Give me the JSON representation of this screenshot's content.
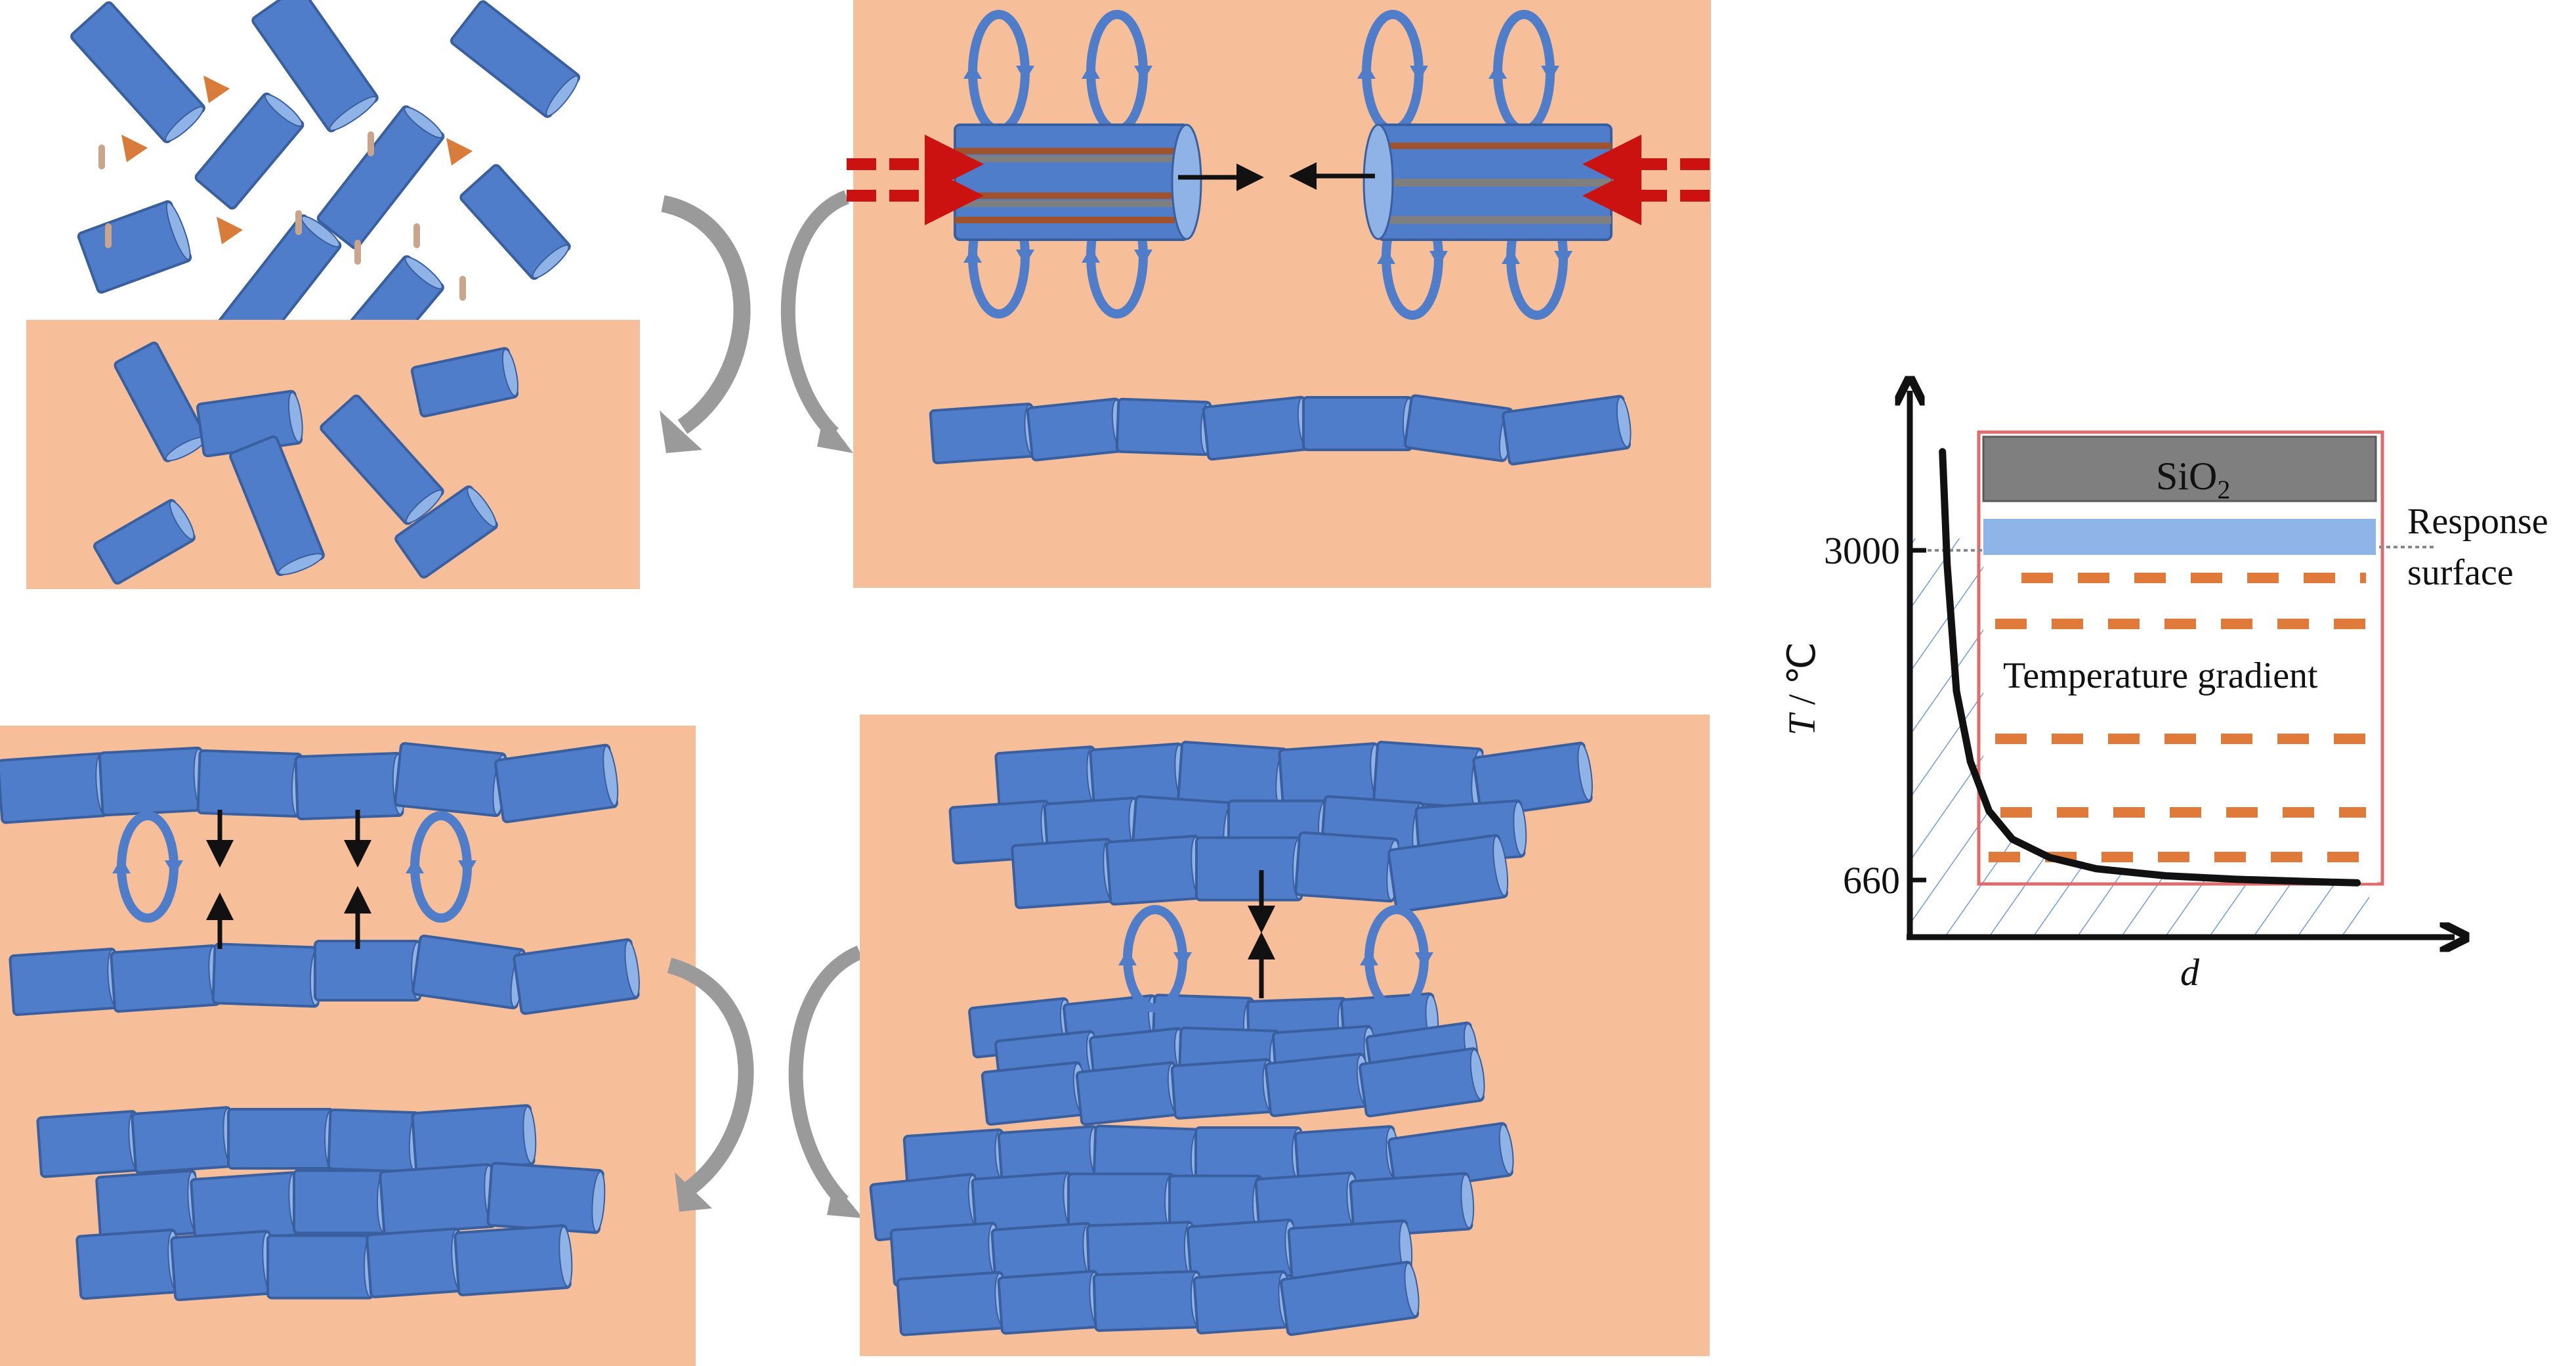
{
  "figure": {
    "colors": {
      "matrix": "#f6bf9a",
      "rod": "#4f7dc9",
      "rod_stroke": "#3a5f9f",
      "rod_end": "#8fb3e6",
      "particle_orange": "#d97b3a",
      "particle_tan": "#c9a58e",
      "flow_arrow": "#9a9a9a",
      "force_arrow": "#cc1111",
      "black_arrow": "#111111",
      "stripe_brown": "#a0522d",
      "stripe_gray": "#7f7f7f",
      "sio2": "#7f7f7f",
      "response_band": "#8fb4e8",
      "gradient_dash": "#e07a3a",
      "box_outline": "#e06b6b",
      "hatch": "#6f9be0"
    },
    "panels": [
      {
        "id": "a",
        "description": "Dispersed fibers with particles, then embedded randomly in matrix"
      },
      {
        "id": "b",
        "description": "Fibers aligned end-to-end under applied forces with rotation"
      },
      {
        "id": "c",
        "description": "Aligned fiber chains attract vertically into stacked layers"
      },
      {
        "id": "d",
        "description": "Stacked layers densify into compact laminated structure"
      }
    ]
  },
  "chart_data": {
    "type": "line",
    "title": "",
    "xlabel": "d",
    "ylabel_var": "T",
    "ylabel_unit": " / ℃",
    "ytick_labels": [
      "3000",
      "660"
    ],
    "yticks": [
      3000,
      660
    ],
    "ylim": [
      200,
      4200
    ],
    "xlim": [
      0,
      1
    ],
    "grid": false,
    "series": [
      {
        "name": "temperature-curve",
        "x": [
          0.07,
          0.08,
          0.1,
          0.13,
          0.17,
          0.22,
          0.3,
          0.4,
          0.55,
          0.7,
          0.85,
          0.96
        ],
        "y": [
          3800,
          2900,
          2000,
          1500,
          1150,
          950,
          820,
          740,
          690,
          665,
          650,
          640
        ]
      }
    ],
    "annotations": {
      "sio2_label": "SiO",
      "sio2_sub": "2",
      "response_label_line1": "Response",
      "response_label_line2": "surface",
      "gradient_label": "Temperature gradient"
    },
    "gradient_levels_count": 5
  }
}
